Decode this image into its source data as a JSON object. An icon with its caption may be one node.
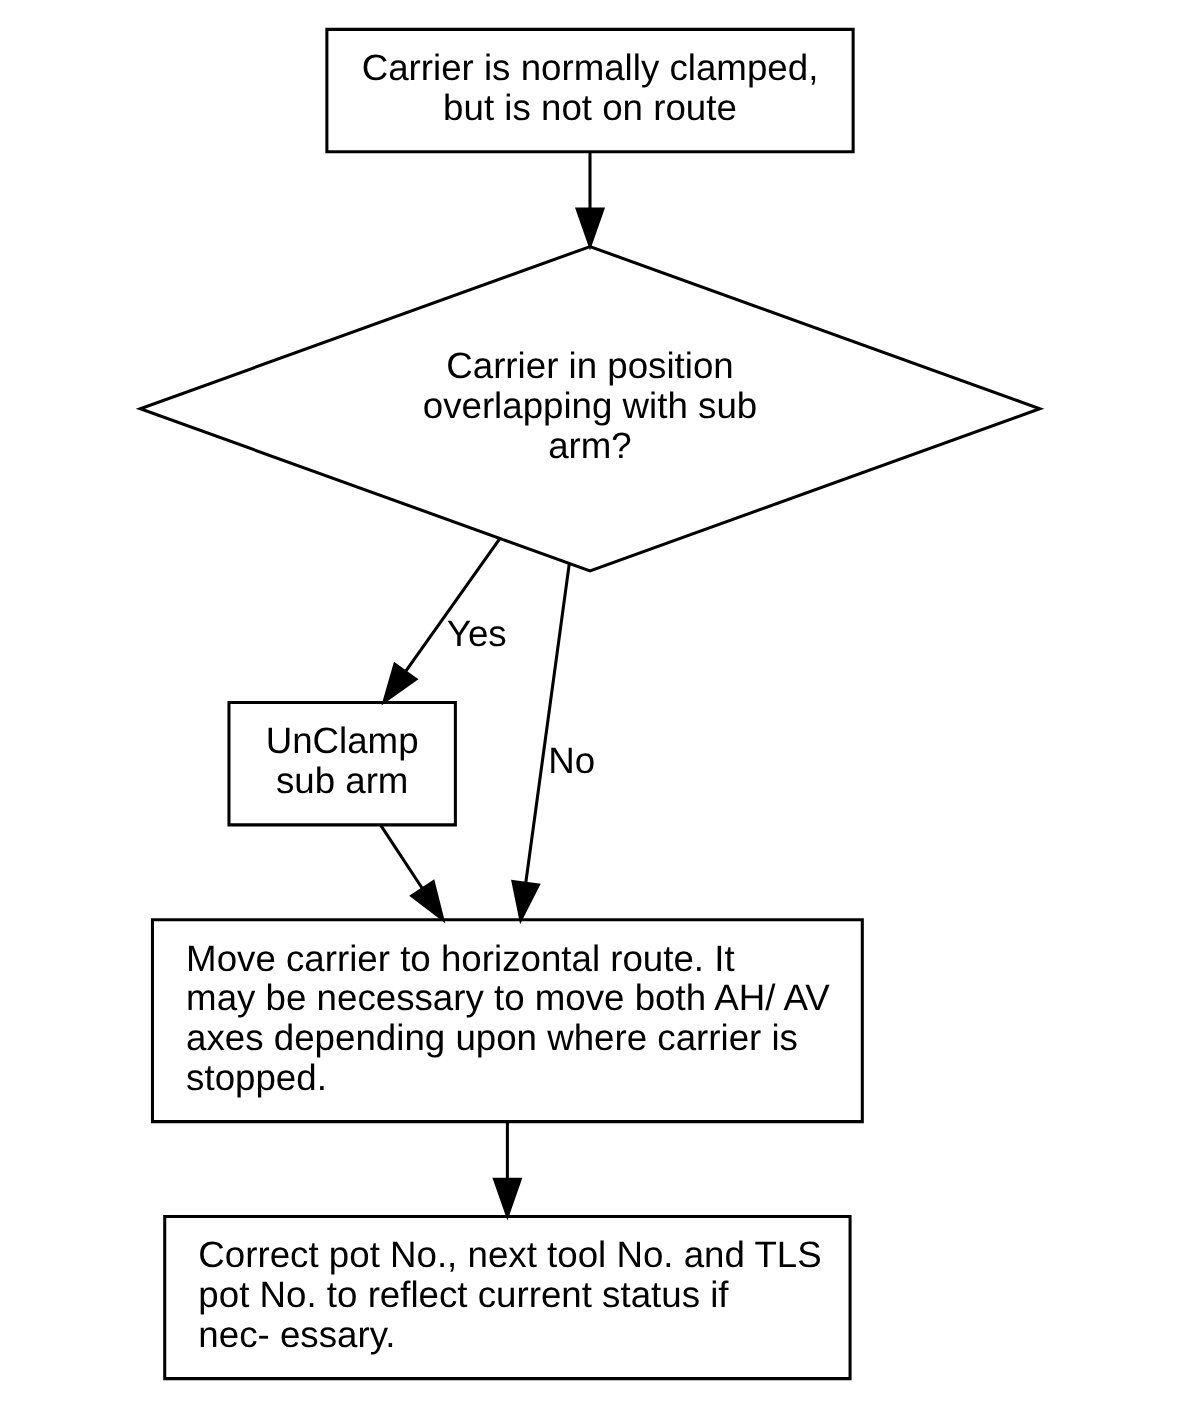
{
  "diagram": {
    "nodes": [
      {
        "text": [
          "Carrier is normally clamped, but is not on route"
        ]
      },
      {
        "text": [
          "Carrier in position overlapping with sub arm?"
        ]
      },
      {
        "text": [
          "UnClamp sub arm"
        ]
      },
      {
        "text": [
          "Move carrier to horizontal route. It may be necessary to move both AH/ AV axes depending upon where carrier is stopped."
        ]
      },
      {
        "text": [
          "Correct pot No., next tool No. and TLS pot No. to reflect current status if nec- essary."
        ]
      }
    ],
    "edges": [
      {
        "from": 0,
        "to": 1,
        "arrow": "to"
      },
      {
        "from": 1,
        "to": 2,
        "arrow": "to",
        "label": "Yes"
      },
      {
        "from": 1,
        "to": 3,
        "arrow": "to",
        "label": "No"
      },
      {
        "from": 2,
        "to": 3,
        "arrow": "to"
      },
      {
        "from": 3,
        "to": 4,
        "arrow": "to"
      }
    ]
  }
}
